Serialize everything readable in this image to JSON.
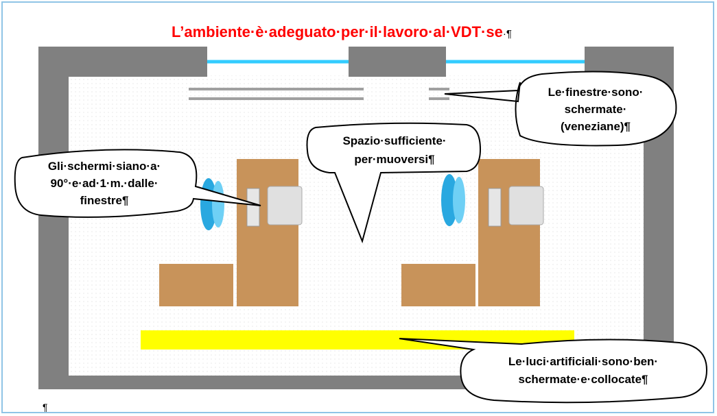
{
  "title": "L’ambiente·è·adeguato·per·il·lavoro·al·VDT·se",
  "title_mark": "·¶",
  "callouts": {
    "windows": [
      "Le·finestre·sono·",
      "schermate·",
      "(veneziane)¶"
    ],
    "space": [
      "Spazio·sufficiente·",
      "per·muoversi¶"
    ],
    "screens": [
      "Gli·schermi·siano·a·",
      "90°·e·ad·1·m.·dalle·",
      "finestre¶"
    ],
    "lights": [
      "Le·luci·artificiali·sono·ben·",
      "schermate·e·collocate¶"
    ]
  },
  "footer_mark": "¶",
  "colors": {
    "wall": "#808080",
    "window_glass": "#33ccff",
    "desk": "#c8935a",
    "monitor": "#d9d9d9",
    "chair": "#29a8e0",
    "light": "#ffff00",
    "title": "#ff0000"
  }
}
